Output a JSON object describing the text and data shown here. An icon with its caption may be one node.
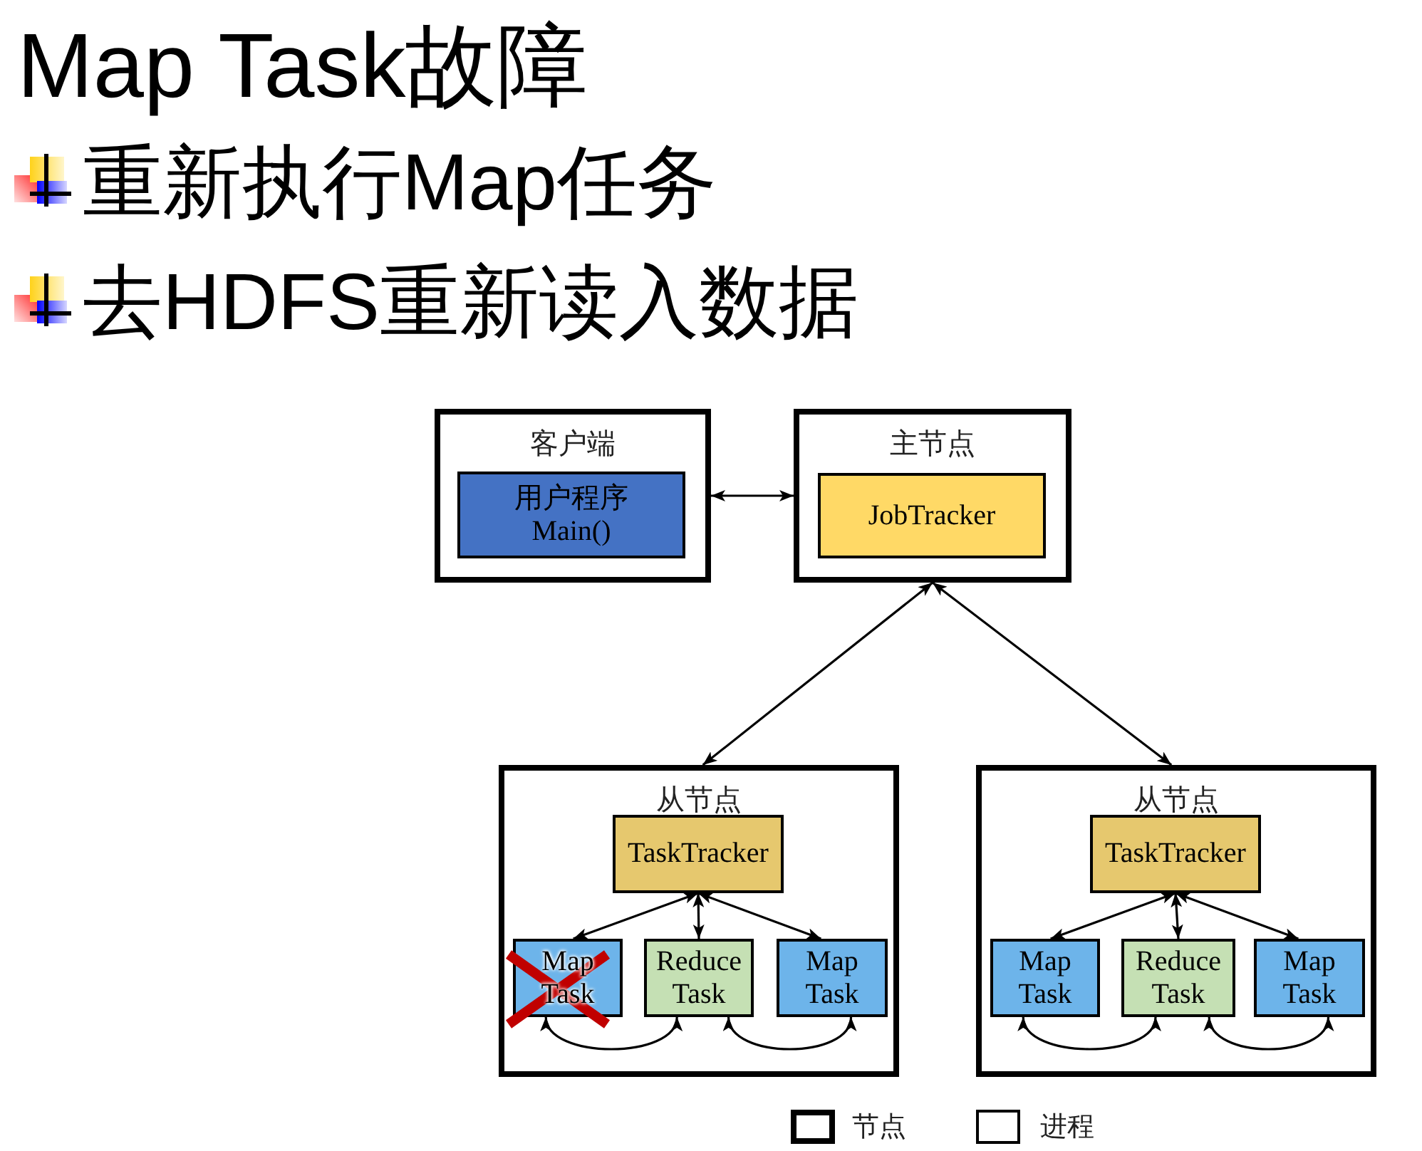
{
  "diagram": {
    "title": "Map Task故障",
    "nodes": [
      {
        "text": [
          "客户端"
        ]
      },
      {
        "text": [
          "用户程序",
          "Main()"
        ],
        "in": 0
      },
      {
        "text": [
          "主节点"
        ]
      },
      {
        "text": [
          "JobTracker"
        ],
        "in": 2
      },
      {
        "text": [
          "从节点"
        ]
      },
      {
        "text": [
          "TaskTracker"
        ],
        "in": 4
      },
      {
        "text": [
          "Map Task"
        ],
        "in": 4
      },
      {
        "text": [
          "Reduce Task"
        ],
        "in": 4
      },
      {
        "text": [
          "Map Task"
        ],
        "in": 4
      },
      {
        "text": [
          "从节点"
        ]
      },
      {
        "text": [
          "TaskTracker"
        ],
        "in": 9
      },
      {
        "text": [
          "Map Task"
        ],
        "in": 9
      },
      {
        "text": [
          "Reduce Task"
        ],
        "in": 9
      },
      {
        "text": [
          "Map Task"
        ],
        "in": 9
      }
    ],
    "edges": [
      {
        "from": 0,
        "to": 2,
        "arrow": "both"
      },
      {
        "from": 2,
        "to": 4,
        "arrow": "both"
      },
      {
        "from": 2,
        "to": 9,
        "arrow": "both"
      },
      {
        "from": 5,
        "to": 6,
        "arrow": "both"
      },
      {
        "from": 5,
        "to": 7,
        "arrow": "both"
      },
      {
        "from": 5,
        "to": 8,
        "arrow": "both"
      },
      {
        "from": 6,
        "to": 7,
        "arrow": "both"
      },
      {
        "from": 7,
        "to": 8,
        "arrow": "both"
      },
      {
        "from": 10,
        "to": 11,
        "arrow": "both"
      },
      {
        "from": 10,
        "to": 12,
        "arrow": "both"
      },
      {
        "from": 10,
        "to": 13,
        "arrow": "both"
      },
      {
        "from": 11,
        "to": 12,
        "arrow": "both"
      },
      {
        "from": 12,
        "to": 13,
        "arrow": "both"
      }
    ],
    "labels": [
      "重新执行Map任务",
      "去HDFS重新读入数据"
    ],
    "legend": [
      {
        "text": "节点"
      },
      {
        "text": "进程"
      }
    ]
  }
}
